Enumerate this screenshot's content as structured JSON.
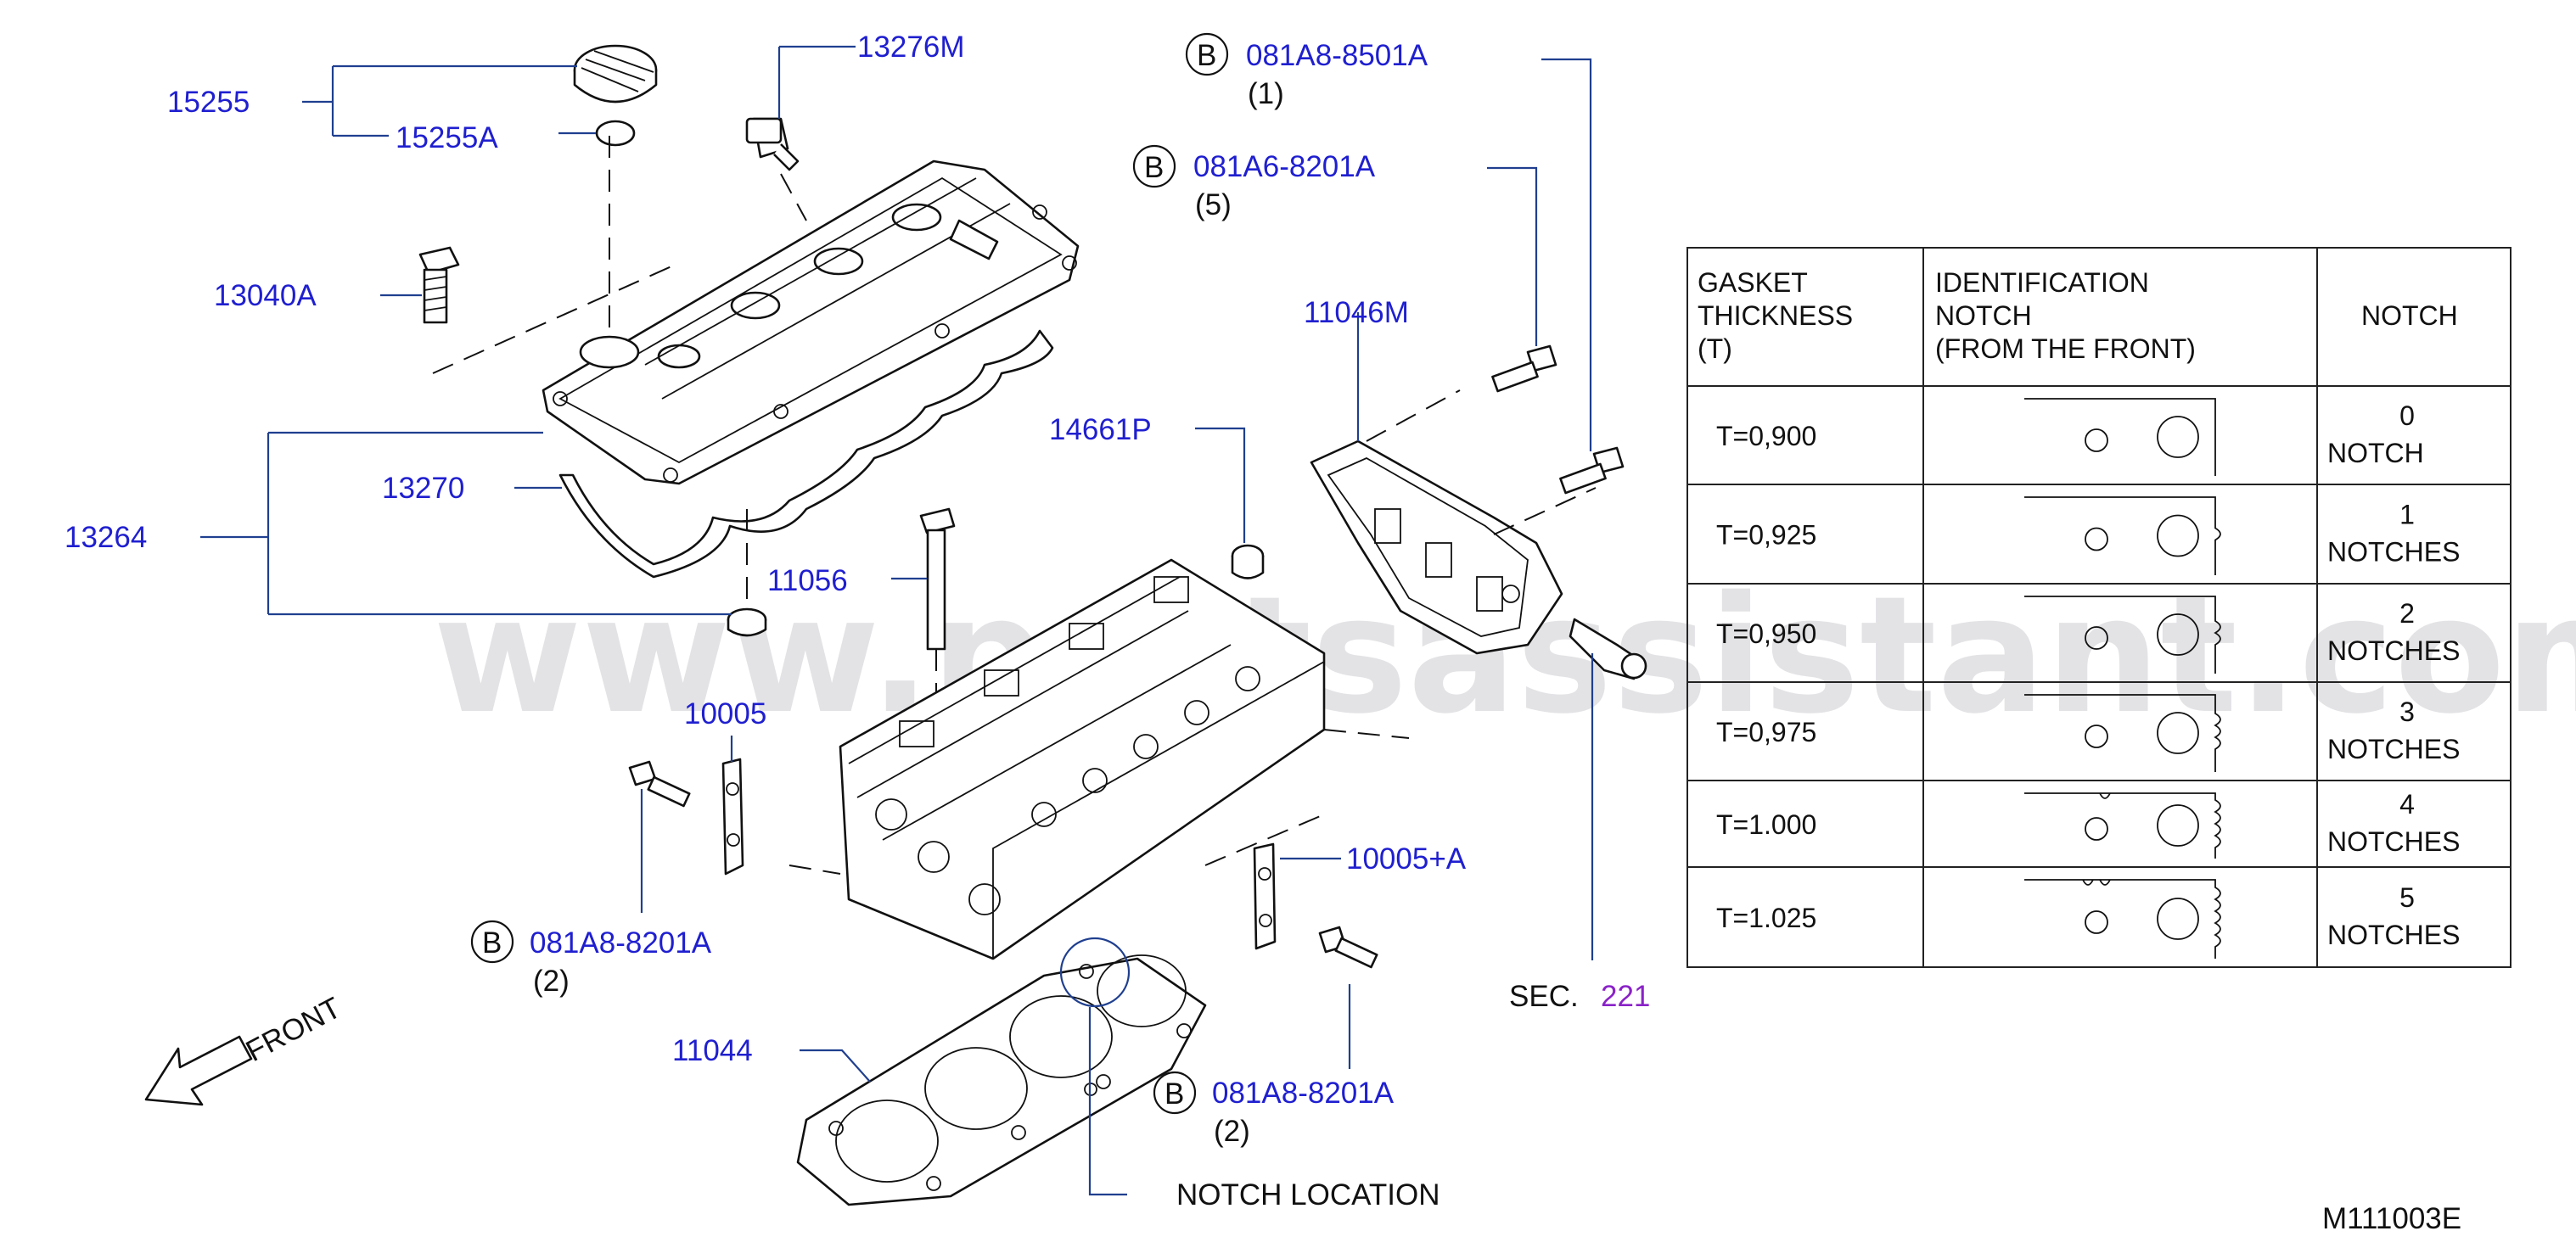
{
  "labels": {
    "p15255": "15255",
    "p15255A": "15255A",
    "p13276M": "13276M",
    "p13040A": "13040A",
    "p13264": "13264",
    "p13270": "13270",
    "p11056": "11056",
    "p10005": "10005",
    "p10005A": "10005+A",
    "p14661P": "14661P",
    "p11046M": "11046M",
    "p11044": "11044",
    "b1_num": "081A8-8501A",
    "b1_qty": "(1)",
    "b2_num": "081A6-8201A",
    "b2_qty": "(5)",
    "b3_num": "081A8-8201A",
    "b3_qty": "(2)",
    "b4_num": "081A8-8201A",
    "b4_qty": "(2)",
    "b_symbol": "B",
    "front": "FRONT",
    "sec": "SEC.",
    "sec_num": "221",
    "notch_location": "NOTCH   LOCATION",
    "diagram_code": "M111003E",
    "watermark": "www.partsassistant.com"
  },
  "table": {
    "header_col1": [
      "GASKET",
      "THICKNESS",
      "(T)"
    ],
    "header_col2": [
      "IDENTIFICATION",
      "NOTCH",
      "(FROM   THE   FRONT)"
    ],
    "header_col3": "NOTCH",
    "rows": [
      {
        "thickness": "T=0,900",
        "count": "0",
        "word": "NOTCH",
        "notches": 0
      },
      {
        "thickness": "T=0,925",
        "count": "1",
        "word": "NOTCHES",
        "notches": 1
      },
      {
        "thickness": "T=0,950",
        "count": "2",
        "word": "NOTCHES",
        "notches": 2
      },
      {
        "thickness": "T=0,975",
        "count": "3",
        "word": "NOTCHES",
        "notches": 3
      },
      {
        "thickness": "T=1.000",
        "count": "4",
        "word": "NOTCHES",
        "notches": 4
      },
      {
        "thickness": "T=1.025",
        "count": "5",
        "word": "NOTCHES",
        "notches": 5
      }
    ]
  },
  "colors": {
    "part_number": "#1f1fd0",
    "section_number": "#8a22c8",
    "text": "#111111"
  }
}
